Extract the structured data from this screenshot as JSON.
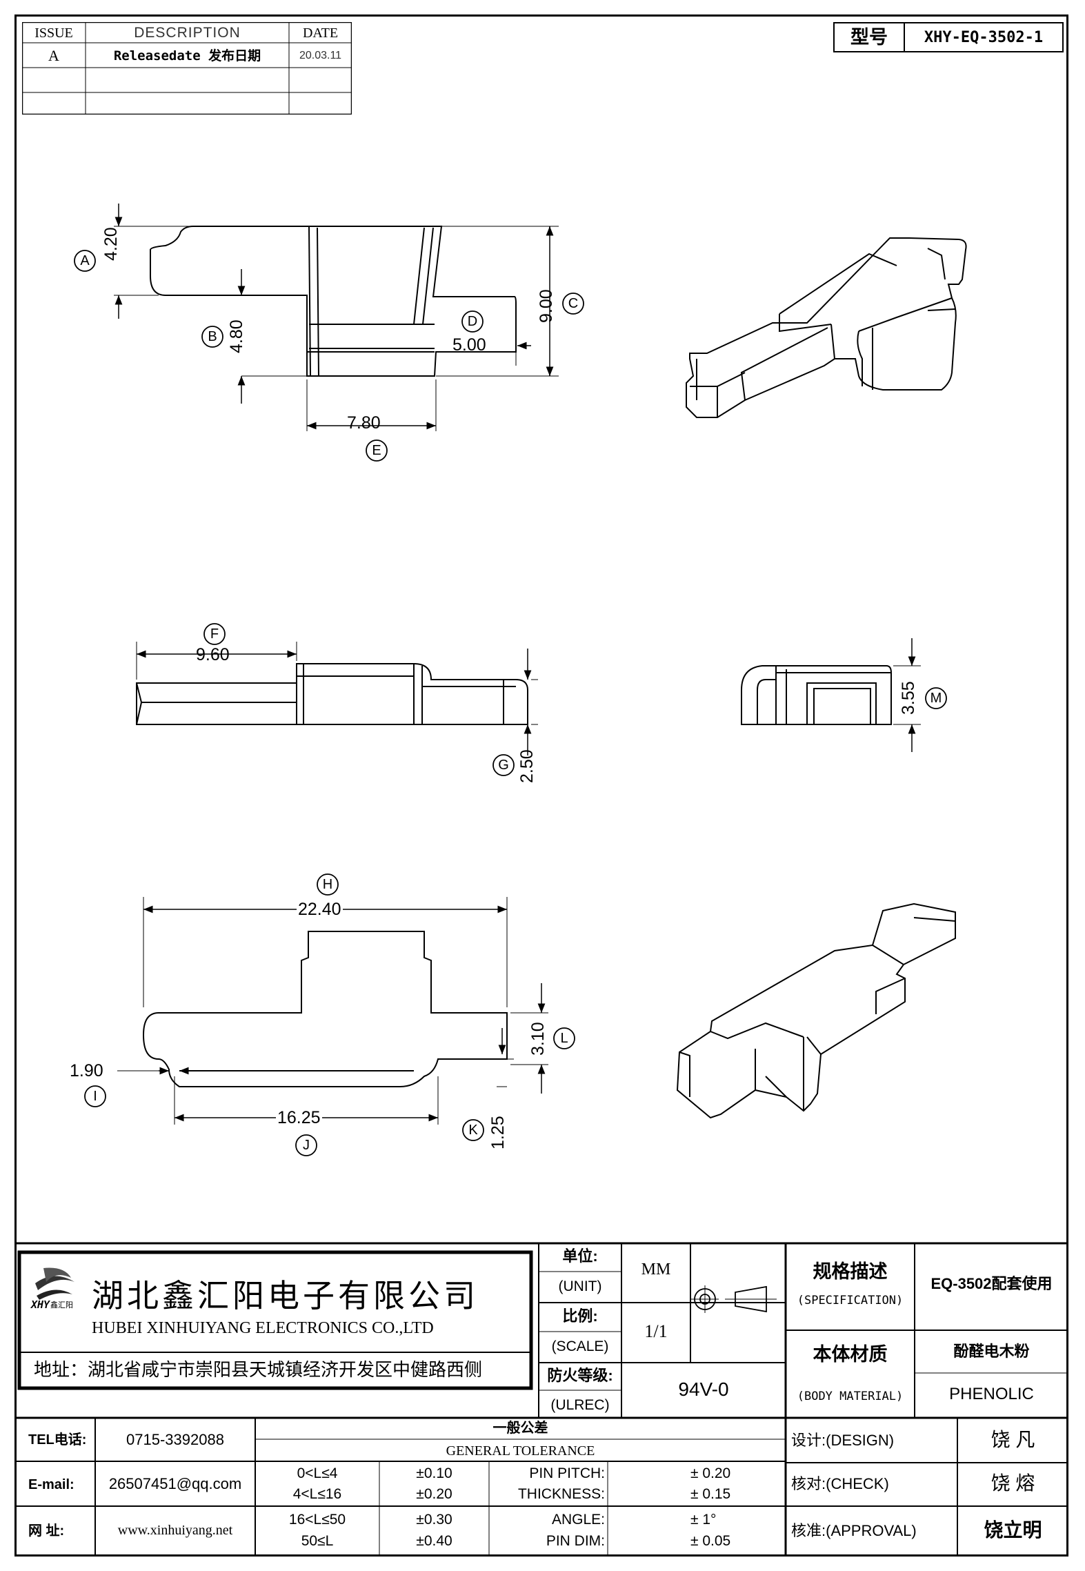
{
  "revision_table": {
    "headers": {
      "issue": "ISSUE",
      "description": "DESCRIPTION",
      "date": "DATE"
    },
    "rows": [
      {
        "issue": "A",
        "description": "Releasedate 发布日期",
        "date": "20.03.11"
      }
    ]
  },
  "model_box": {
    "label": "型号",
    "value": "XHY-EQ-3502-1"
  },
  "dimensions": {
    "A": "4.20",
    "B": "4.80",
    "C": "9.00",
    "D": "5.00",
    "E": "7.80",
    "F": "9.60",
    "G": "2.50",
    "H": "22.40",
    "I": "1.90",
    "J": "16.25",
    "K": "1.25",
    "L": "3.10",
    "M": "3.55"
  },
  "title_block": {
    "company_cn": "湖北鑫汇阳电子有限公司",
    "company_en": "HUBEI XINHUIYANG ELECTRONICS CO.,LTD",
    "logo_text": "XHY",
    "logo_sub": "鑫汇阳",
    "address": "地址：湖北省咸宁市崇阳县天城镇经济开发区中健路西侧",
    "unit_label_cn": "单位:",
    "unit_label_en": "(UNIT)",
    "unit_value": "MM",
    "scale_label_cn": "比例:",
    "scale_label_en": "(SCALE)",
    "scale_value": "1/1",
    "fire_label_cn": "防火等级:",
    "fire_label_en": "(ULREC)",
    "fire_value": "94V-0",
    "spec_label_cn": "规格描述",
    "spec_label_en": "(SPECIFICATION)",
    "spec_value": "EQ-3502配套使用",
    "material_label_cn": "本体材质",
    "material_label_en": "(BODY MATERIAL)",
    "material_value_cn": "酚醛电木粉",
    "material_value_en": "PHENOLIC",
    "tel_label": "TEL电话:",
    "tel_value": "0715-3392088",
    "email_label": "E-mail:",
    "email_value": "26507451@qq.com",
    "web_label": "网    址:",
    "web_value": "www.xinhuiyang.net",
    "tolerance_title_cn": "一般公差",
    "tolerance_title_en": "GENERAL TOLERANCE",
    "tolerance_rows": [
      {
        "range": "0<L≤4",
        "tol": "±0.10",
        "item": "PIN PITCH:",
        "val": "±  0.20"
      },
      {
        "range": "4<L≤16",
        "tol": "±0.20",
        "item": "THICKNESS:",
        "val": "±  0.15"
      },
      {
        "range": "16<L≤50",
        "tol": "±0.30",
        "item": "ANGLE:",
        "val": "±  1°"
      },
      {
        "range": "50≤L",
        "tol": "±0.40",
        "item": "PIN DIM:",
        "val": "±  0.05"
      }
    ],
    "design_label": "设计:(DESIGN)",
    "design_value": "饶  凡",
    "check_label": "核对:(CHECK)",
    "check_value": "饶  熔",
    "approval_label": "核准:(APPROVAL)",
    "approval_value": "饶立明"
  }
}
